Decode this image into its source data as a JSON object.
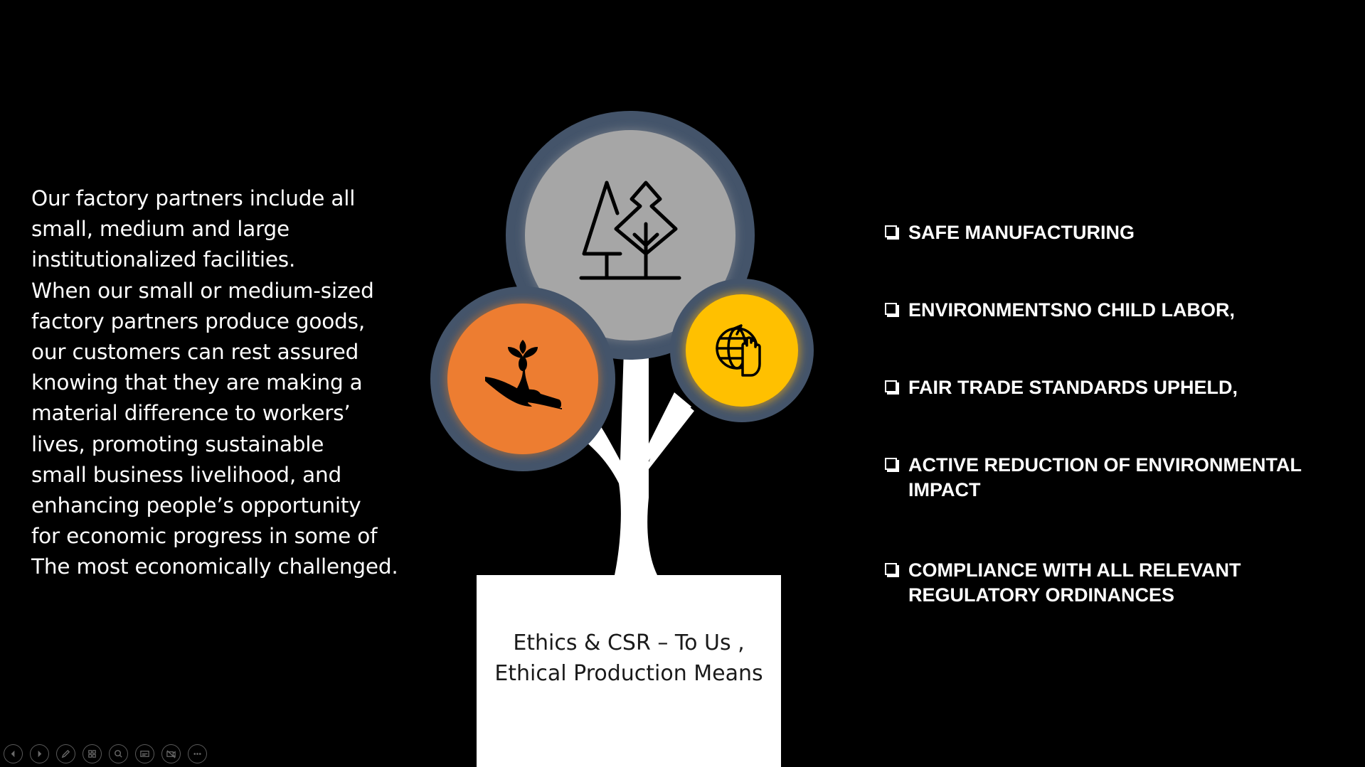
{
  "slide": {
    "left_paragraph": "Our factory partners include all\nsmall, medium and large\ninstitutionalized facilities.\nWhen our small or medium-sized\nfactory partners produce goods,\nour customers can rest assured\nknowing that they are making a\nmaterial difference to workers’\nlives, promoting sustainable\nsmall business livelihood, and\nenhancing people’s opportunity\nfor economic progress in some of\nThe most economically challenged.",
    "trunk_title_line1": "Ethics & CSR – To Us ,",
    "trunk_title_line2": "Ethical Production Means",
    "list_items": [
      "SAFE MANUFACTURING",
      "ENVIRONMENTSNO CHILD LABOR,",
      "FAIR TRADE STANDARDS UPHELD,",
      "ACTIVE REDUCTION OF ENVIRONMENTAL IMPACT",
      "COMPLIANCE WITH ALL RELEVANT REGULATORY ORDINANCES"
    ],
    "icons": {
      "top_circle": "trees-icon",
      "left_circle": "hand-with-plant-icon",
      "right_circle": "globe-in-hand-icon"
    },
    "colors": {
      "background": "#000000",
      "top_circle": "#a6a6a6",
      "left_circle": "#ed7d31",
      "right_circle": "#ffc000",
      "circle_ring": "#44546a",
      "trunk": "#ffffff"
    }
  },
  "toolbar": {
    "buttons": [
      "previous-slide",
      "next-slide",
      "pen-tool",
      "slide-sorter",
      "zoom",
      "subtitles",
      "camera-off",
      "more-options"
    ]
  }
}
